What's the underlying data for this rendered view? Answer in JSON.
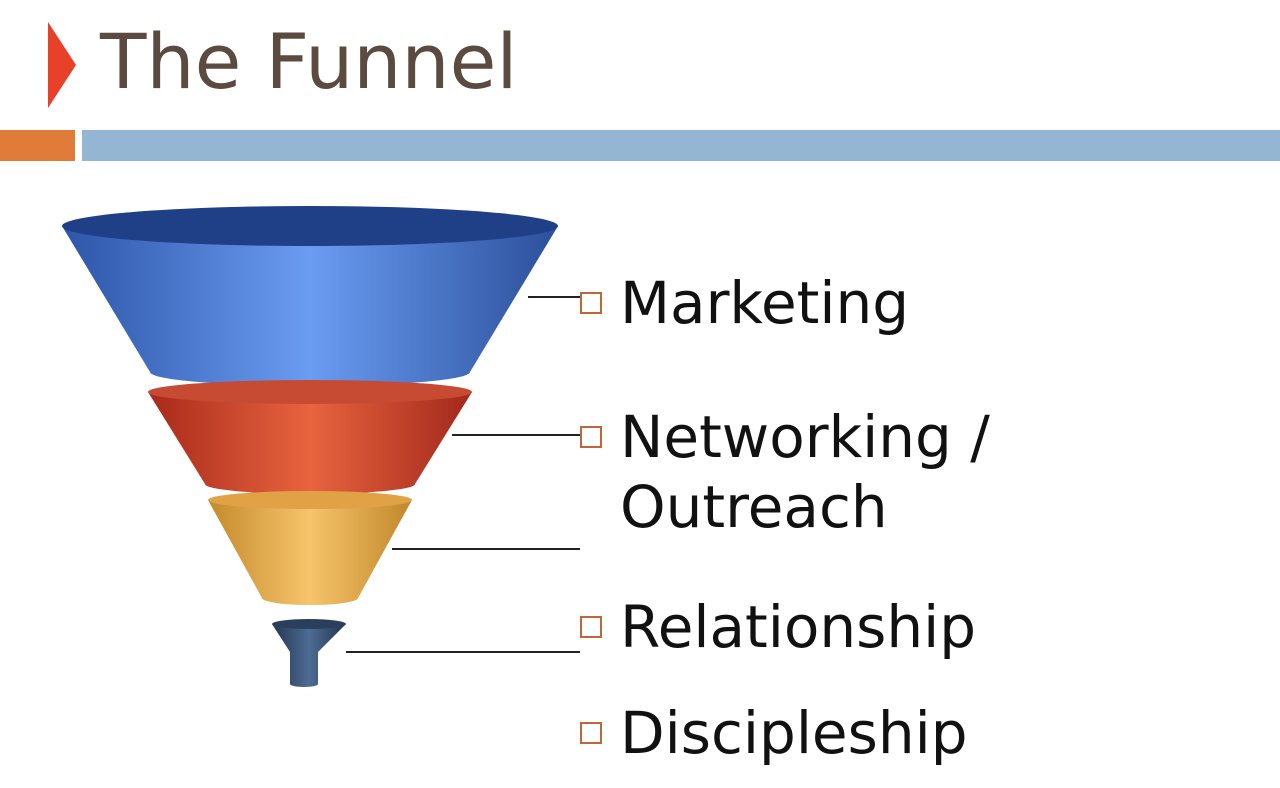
{
  "slide": {
    "title": "The Funnel",
    "colors": {
      "title_text": "#5b4a3f",
      "title_arrow": "#e8412a",
      "accent_orange": "#e07b39",
      "accent_blue": "#94b6d2",
      "bullet": "#c0663a"
    }
  },
  "items": [
    {
      "label": "Marketing"
    },
    {
      "label_line1": "Networking /",
      "label_line2": "Outreach"
    },
    {
      "label": "Relationship"
    },
    {
      "label": "Discipleship"
    }
  ],
  "funnel": {
    "segments": [
      {
        "name": "blue",
        "color": "#5b8fe0"
      },
      {
        "name": "red",
        "color": "#d9533a"
      },
      {
        "name": "gold",
        "color": "#f2b85a"
      },
      {
        "name": "navy",
        "color": "#3c5577"
      }
    ]
  }
}
